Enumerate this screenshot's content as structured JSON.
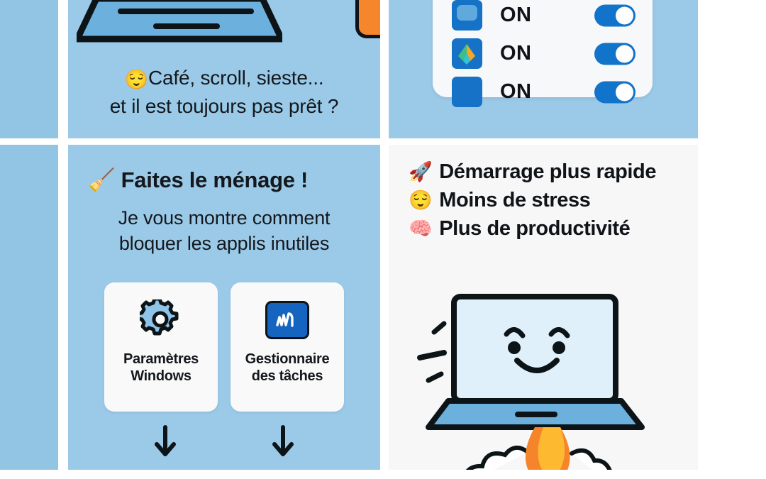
{
  "theme": {
    "page_background": "#ffffff",
    "panel_blue": "#9bcae8",
    "outer_blue": "#92c5e4",
    "panel_light": "#f7f7f7",
    "card_white": "#f9f9fa",
    "accent_blue": "#1273ca",
    "tile_blue": "#1572c6",
    "orange": "#f5862c",
    "ink": "#14181c"
  },
  "panels": {
    "top_left": {
      "name": "hook-panel",
      "illustration": "laptop-with-coffee-mug",
      "caption_line_1_emoji": "😌",
      "caption_line_1": "Café, scroll, sieste...",
      "caption_line_2": "et il est toujours pas prêt ?"
    },
    "top_right": {
      "name": "startup-apps-panel",
      "card_name": "startup-toggle-card",
      "rows": [
        {
          "icon": "app-tile-light-square-icon",
          "status": "ON",
          "toggle": "on"
        },
        {
          "icon": "app-tile-leaf-logo-icon",
          "status": "ON",
          "toggle": "on"
        },
        {
          "icon": "app-tile-solid-square-icon",
          "status": "ON",
          "toggle": "on"
        }
      ]
    },
    "bottom_left": {
      "name": "cleanup-panel",
      "heading_emoji": "🧹",
      "heading": "Faites le ménage !",
      "sub_line_1": "Je vous montre comment",
      "sub_line_2": "bloquer les applis inutiles",
      "cards": [
        {
          "icon": "gear-icon",
          "label_line_1": "Paramètres",
          "label_line_2": "Windows"
        },
        {
          "icon": "task-manager-icon",
          "label_line_1": "Gestionnaire",
          "label_line_2": "des tâches"
        }
      ],
      "arrows": [
        "down-arrow-icon",
        "down-arrow-icon"
      ]
    },
    "bottom_right": {
      "name": "benefits-panel",
      "benefits": [
        {
          "emoji": "🚀",
          "text": "Démarrage plus rapide"
        },
        {
          "emoji": "😌",
          "text": "Moins de stress"
        },
        {
          "emoji": "🧠",
          "text": "Plus de productivité"
        }
      ],
      "illustration": "smiling-laptop-on-rocket-boost"
    }
  }
}
